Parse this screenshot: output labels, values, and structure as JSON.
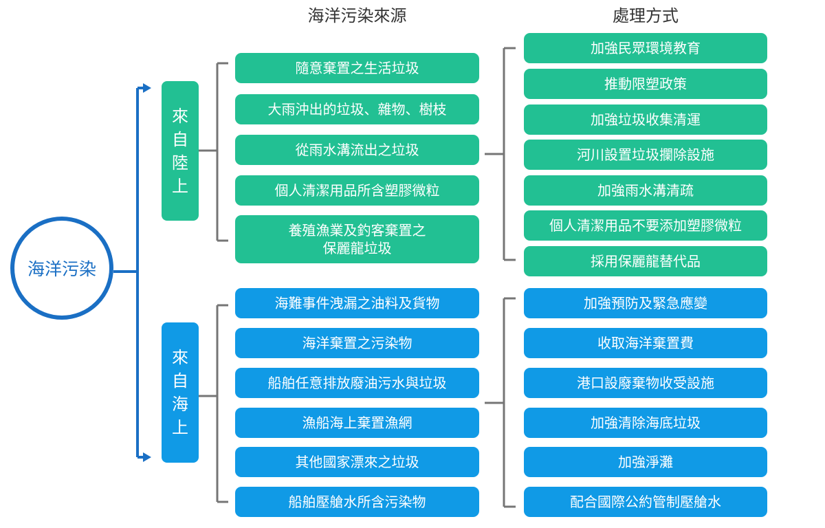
{
  "headers": {
    "sources": "海洋污染來源",
    "measures": "處理方式"
  },
  "center": "海洋污染",
  "categories": {
    "land": "來自陸上",
    "sea": "來自海上"
  },
  "land_sources": [
    "隨意棄置之生活垃圾",
    "大雨沖出的垃圾、雜物、樹枝",
    "從雨水溝流出之垃圾",
    "個人清潔用品所含塑膠微粒",
    "養殖漁業及釣客棄置之",
    "保麗龍垃圾"
  ],
  "land_measures": [
    "加強民眾環境教育",
    "推動限塑政策",
    "加強垃圾收集清運",
    "河川設置垃圾攔除設施",
    "加強雨水溝清疏",
    "個人清潔用品不要添加塑膠微粒",
    "採用保麗龍替代品"
  ],
  "sea_sources": [
    "海難事件洩漏之油料及貨物",
    "海洋棄置之污染物",
    "船舶任意排放廢油污水與垃圾",
    "漁船海上棄置漁網",
    "其他國家漂來之垃圾",
    "船舶壓艙水所含污染物"
  ],
  "sea_measures": [
    "加強預防及緊急應變",
    "收取海洋棄置費",
    "港口設廢棄物收受設施",
    "加強清除海底垃圾",
    "加強淨灘",
    "配合國際公約管制壓艙水"
  ],
  "colors": {
    "blue": "#1a6fc4",
    "green": "#22c093",
    "lightblue": "#109ae6",
    "connector": "#757575"
  }
}
